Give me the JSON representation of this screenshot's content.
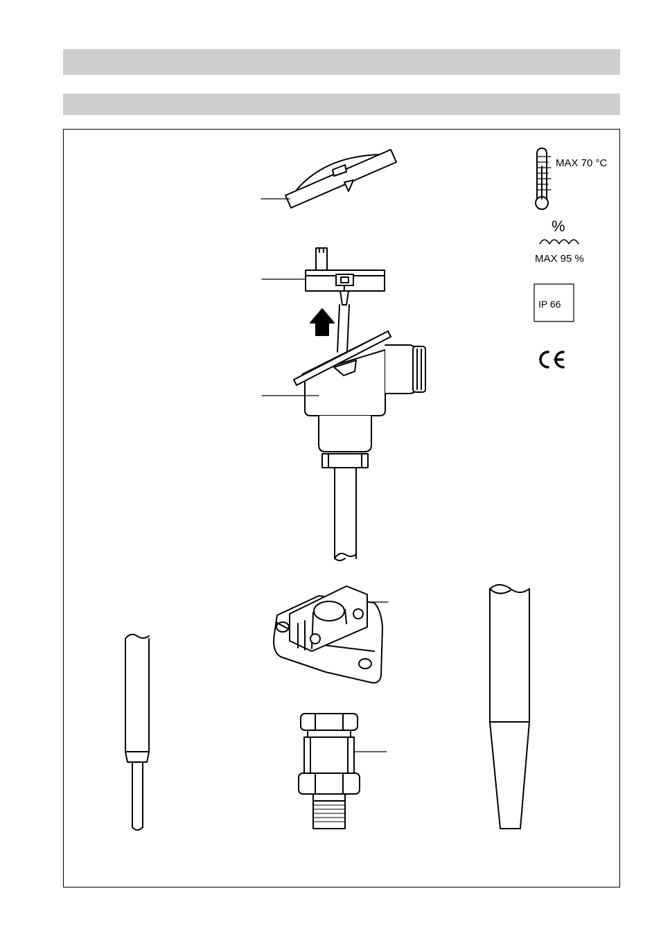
{
  "header": {
    "bar_top": "",
    "bar_sub": ""
  },
  "symbols": {
    "temperature_label": "MAX 70 °C",
    "humidity_percent_symbol": "%",
    "humidity_label": "MAX 95 %",
    "ip_rating": "IP 66",
    "ce_mark": "CE"
  },
  "icons": [
    "thermometer-icon",
    "humidity-icon",
    "ip-rating-box",
    "ce-mark-icon"
  ]
}
